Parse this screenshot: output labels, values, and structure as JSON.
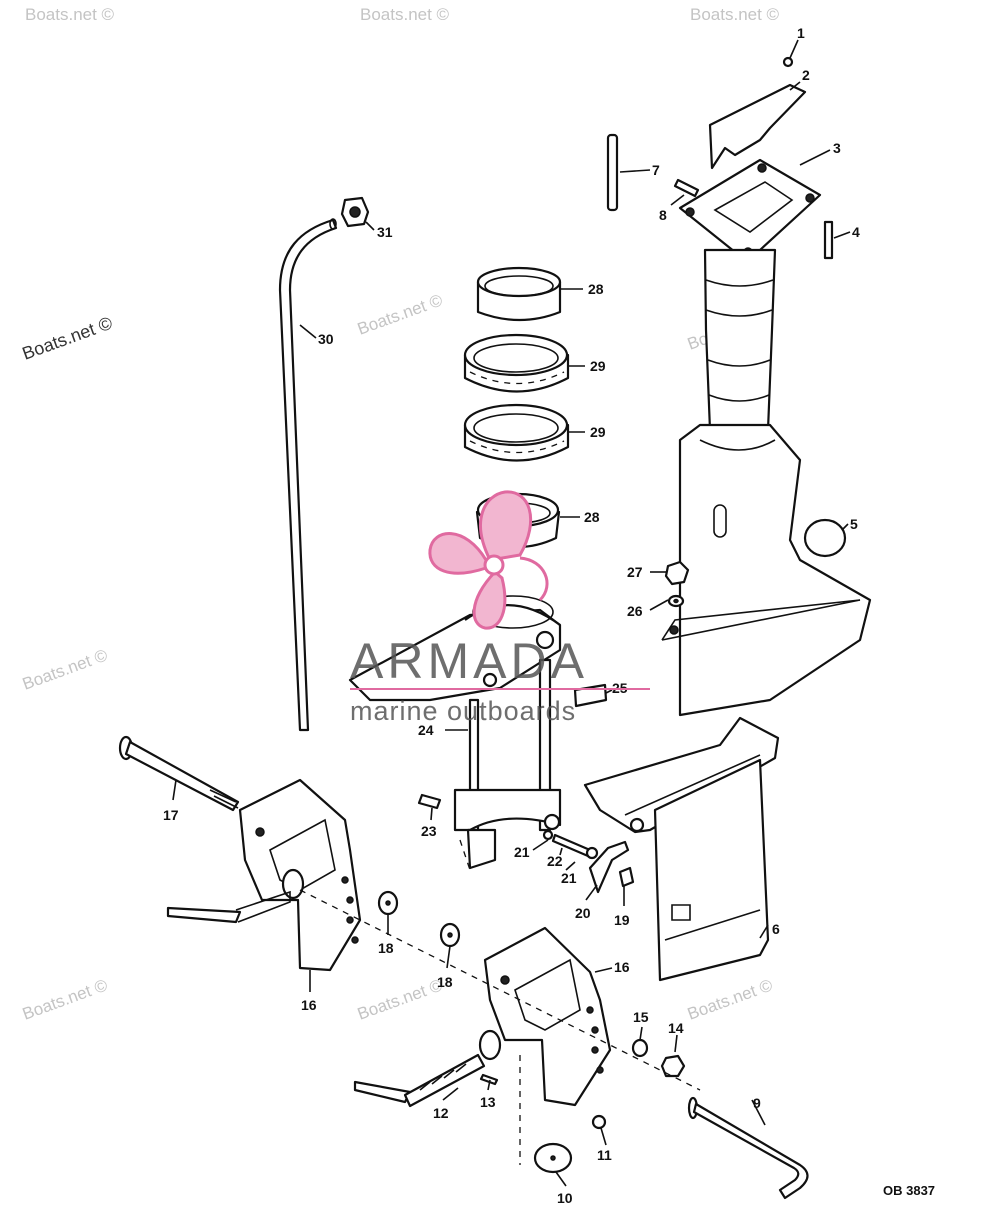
{
  "watermarks": {
    "site_mark": "Boats.net ©"
  },
  "branding": {
    "name": "ARMADA",
    "tagline": "marine outboards",
    "accent_color": "#e06aa0"
  },
  "diagram": {
    "code": "OB 3837",
    "callouts": [
      "1",
      "2",
      "3",
      "4",
      "5",
      "6",
      "7",
      "8",
      "9",
      "10",
      "11",
      "12",
      "13",
      "14",
      "15",
      "16",
      "17",
      "18",
      "19",
      "20",
      "21",
      "22",
      "23",
      "24",
      "25",
      "26",
      "27",
      "28",
      "29",
      "30",
      "31"
    ]
  }
}
